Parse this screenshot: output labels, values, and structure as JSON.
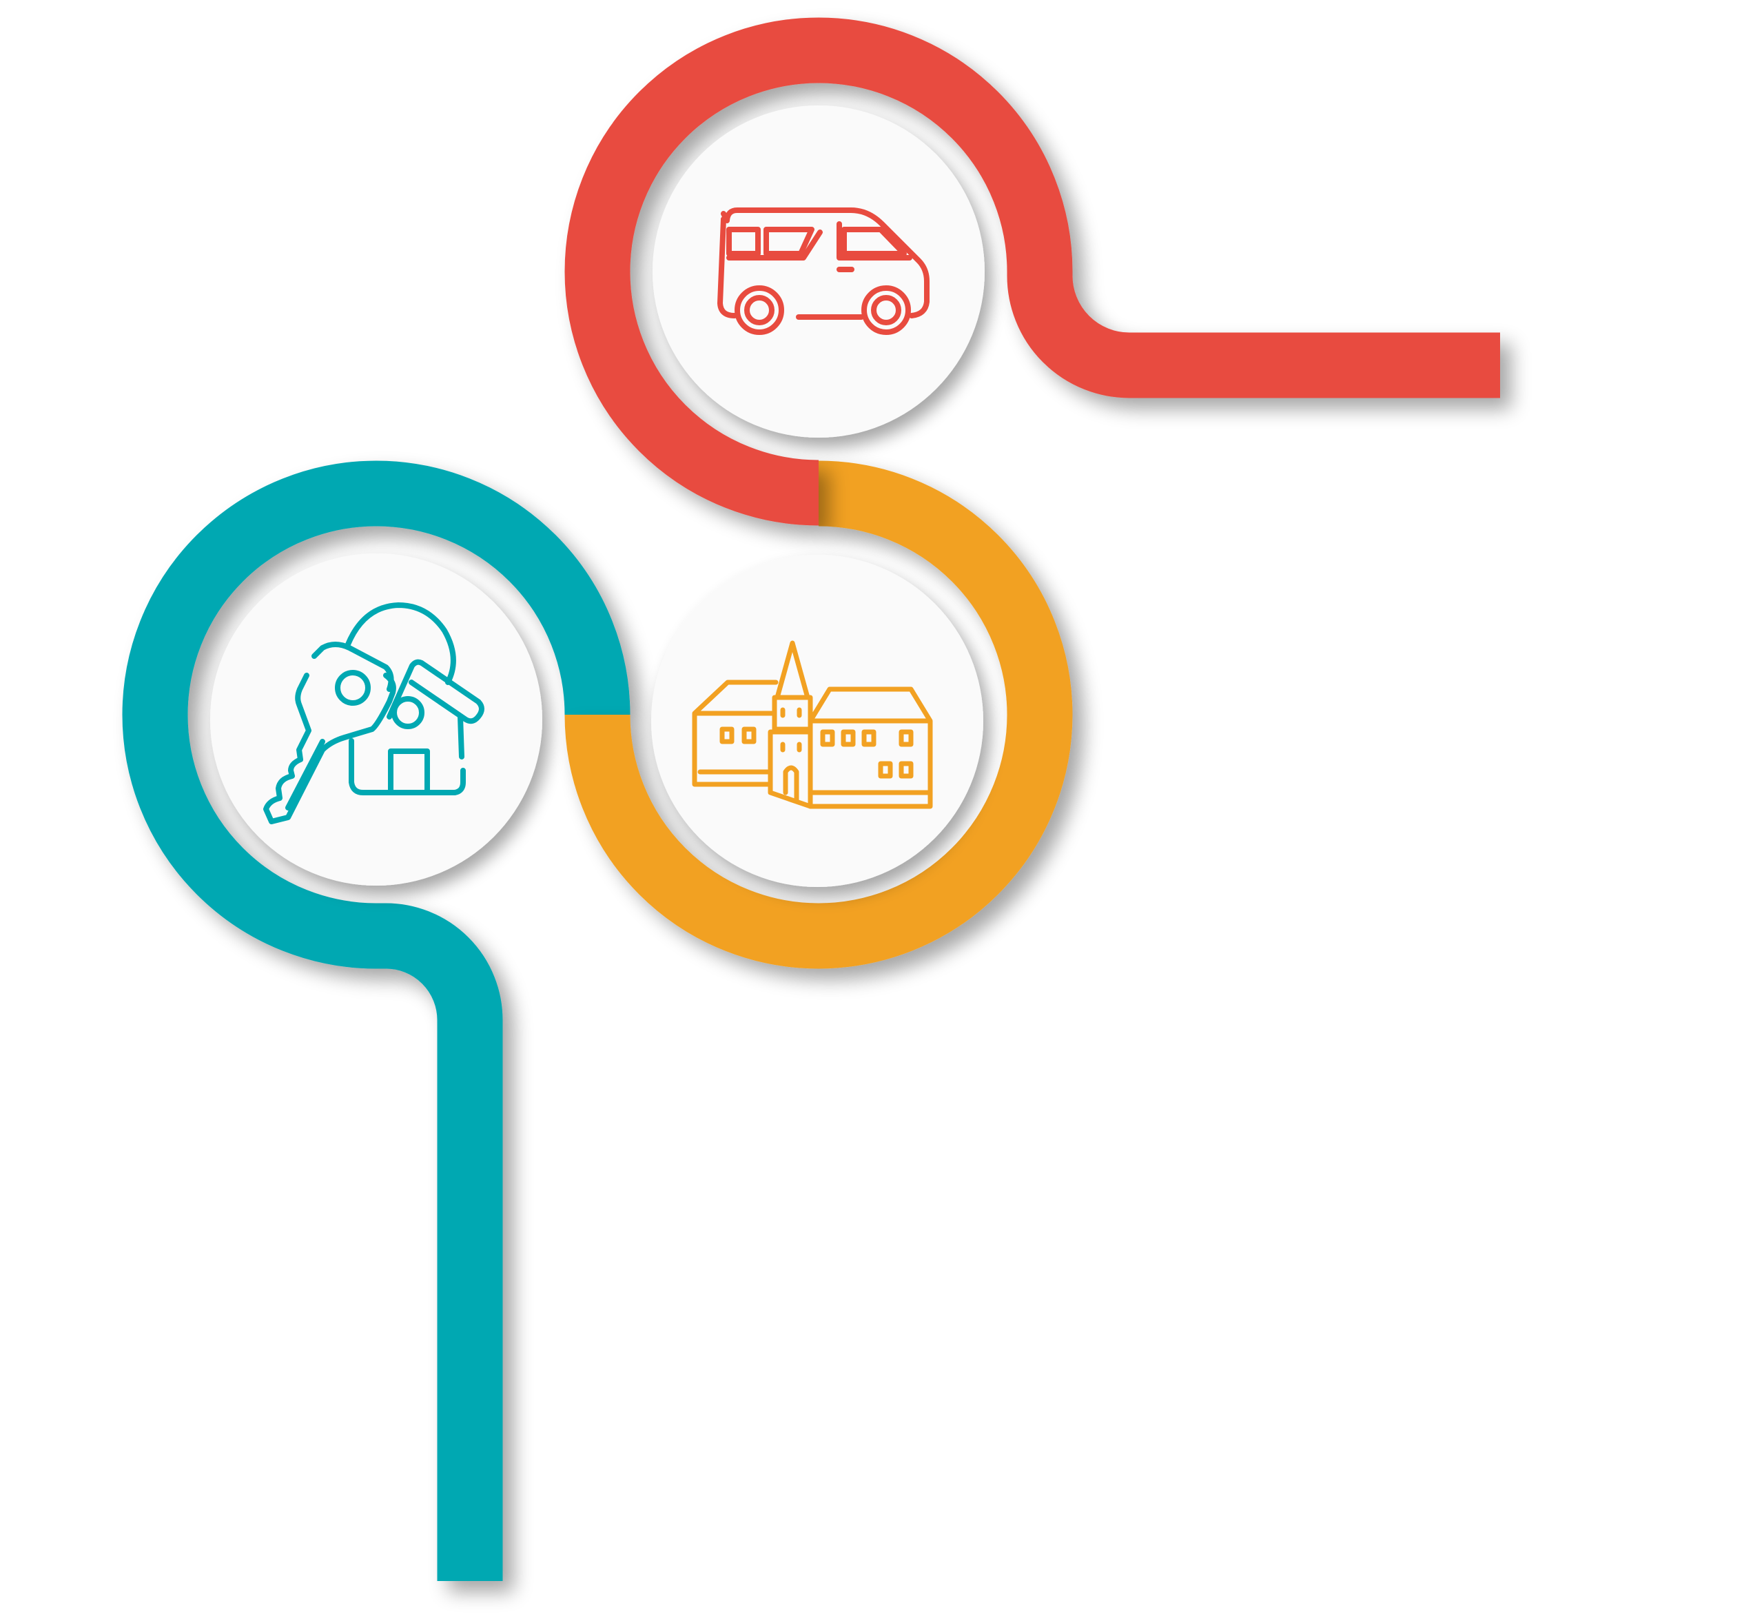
{
  "diagram": {
    "steps": [
      {
        "name": "transport",
        "icon": "van-icon",
        "color": "#E84B3F"
      },
      {
        "name": "town",
        "icon": "town-buildings-icon",
        "color": "#F2A122"
      },
      {
        "name": "home",
        "icon": "house-keys-icon",
        "color": "#00A8B2"
      }
    ],
    "circle_fill": "#FAFAFA"
  }
}
